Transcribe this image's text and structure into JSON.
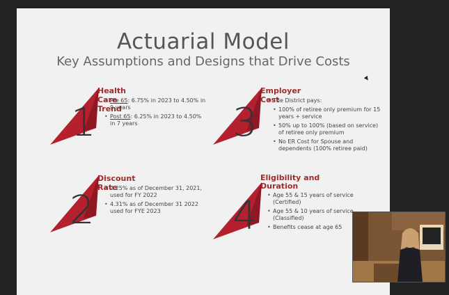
{
  "slide": {
    "title": "Actuarial Model",
    "subtitle": "Key Assumptions and Designs that Drive Costs"
  },
  "sections": [
    {
      "number": "1",
      "heading": "Health Care Trend",
      "bullets": [
        {
          "term": "Pre 65",
          "text": ": 6.75% in 2023 to 4.50% in 9 years"
        },
        {
          "term": "Post 65",
          "text": ": 6.25% in 2023 to 4.50% in 7 years"
        }
      ]
    },
    {
      "number": "3",
      "heading": "Employer Cost",
      "intro": "The District pays:",
      "bullets": [
        "100% of retiree only premium for 15 years + service",
        "50% up to 100% (based on service) of retiree only premium",
        "No ER Cost for Spouse and dependents (100% retiree paid)"
      ]
    },
    {
      "number": "2",
      "heading": "Discount Rate",
      "bullets": [
        "2.25% as of December 31, 2021, used for FY 2022",
        "4.31% as of December 31 2022 used for FYE 2023"
      ]
    },
    {
      "number": "4",
      "heading": "Eligibility and Duration",
      "bullets": [
        "Age 55 & 15 years of service (Certified)",
        "Age 55 & 10 years of service (Classified)",
        "Benefits cease at age 65"
      ]
    }
  ],
  "colors": {
    "accent": "#b5202e",
    "heading": "#9e2a2b",
    "background": "#f1f1f1"
  },
  "icons": [
    "triangle-shape-icon",
    "cursor-icon"
  ]
}
